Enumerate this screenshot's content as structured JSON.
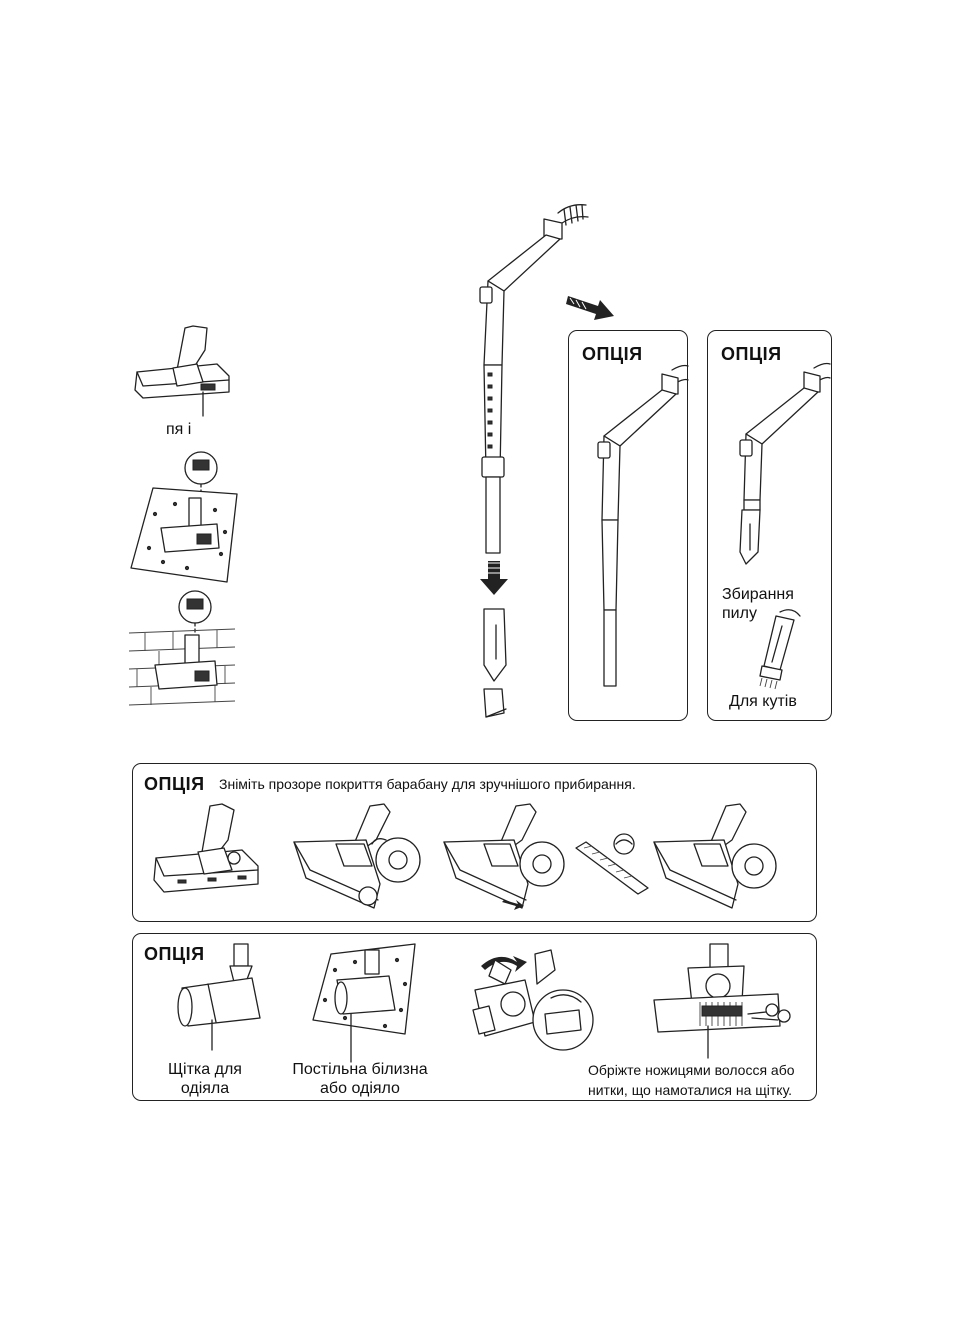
{
  "left_fragment_label": "пя і",
  "pipe_panel_1": {
    "option": "ОПЦІЯ"
  },
  "pipe_panel_2": {
    "option": "ОПЦІЯ",
    "dust_label": "Збирання\nпилу",
    "corner_label": "Для кутів"
  },
  "drum_panel": {
    "option": "ОПЦІЯ",
    "caption": "Зніміть прозоре покриття барабану для зручнішого прибирання."
  },
  "bed_panel": {
    "option": "ОПЦІЯ",
    "brush_label": "Щітка для\nодіяла",
    "bedding_label": "Постільна білизна\nабо одіяло",
    "scissors_label": "Обріжте ножицями волосся або\nнитки, що намоталися на щітку."
  }
}
